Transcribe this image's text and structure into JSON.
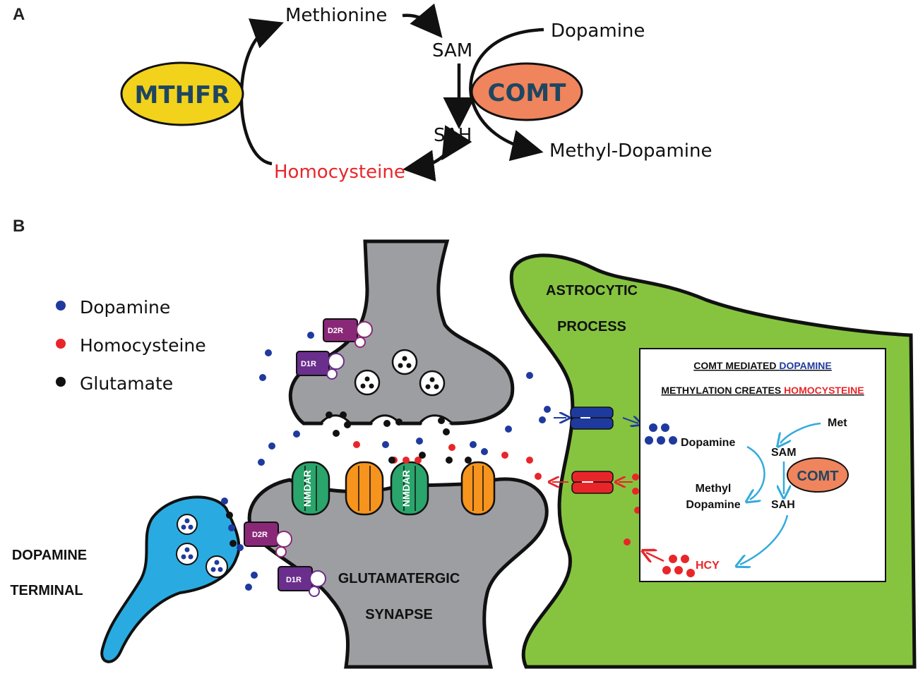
{
  "panel_a": {
    "label": "A",
    "methionine": "Methionine",
    "sam": "SAM",
    "sah": "SAH",
    "homocysteine": "Homocysteine",
    "dopamine": "Dopamine",
    "methyl_dopamine": "Methyl-Dopamine",
    "mthfr": "MTHFR",
    "comt": "COMT"
  },
  "panel_b": {
    "label": "B",
    "legend": [
      {
        "label": "Dopamine",
        "color": "#1f3a9e"
      },
      {
        "label": "Homocysteine",
        "color": "#e8262a"
      },
      {
        "label": "Glutamate",
        "color": "#111111"
      }
    ],
    "astrocytic_line1": "ASTROCYTIC",
    "astrocytic_line2": "PROCESS",
    "dopamine_terminal_line1": "DOPAMINE",
    "dopamine_terminal_line2": "TERMINAL",
    "glutamatergic_line1": "GLUTAMATERGIC",
    "glutamatergic_line2": "SYNAPSE",
    "receptors": {
      "d2r": "D2R",
      "d1r": "D1R",
      "nmdar": "NMDAR"
    },
    "inset": {
      "title_line1_prefix": "COMT MEDIATED ",
      "title_line1_highlight": "DOPAMINE",
      "title_line2_prefix": "METHYLATION CREATES ",
      "title_line2_highlight": "HOMOCYSTEINE",
      "met": "Met",
      "dopamine": "Dopamine",
      "sam": "SAM",
      "comt": "COMT",
      "methyl": "Methyl",
      "dopamine2": "Dopamine",
      "sah": "SAH",
      "hcy": "HCY"
    },
    "colors": {
      "dopamine": "#1f3a9e",
      "homocysteine": "#e8262a",
      "glutamate": "#111111",
      "astrocyte": "#86c440",
      "neuron_gray": "#9d9ea2",
      "terminal_blue": "#29abe2",
      "mthfr_yellow": "#f2d21b",
      "comt_orange": "#f0845c",
      "nmdar_green": "#2aa56b",
      "channel_orange": "#f7941d",
      "receptor_purple": "#8a2878",
      "cycle_arrow": "#34aadc"
    }
  }
}
